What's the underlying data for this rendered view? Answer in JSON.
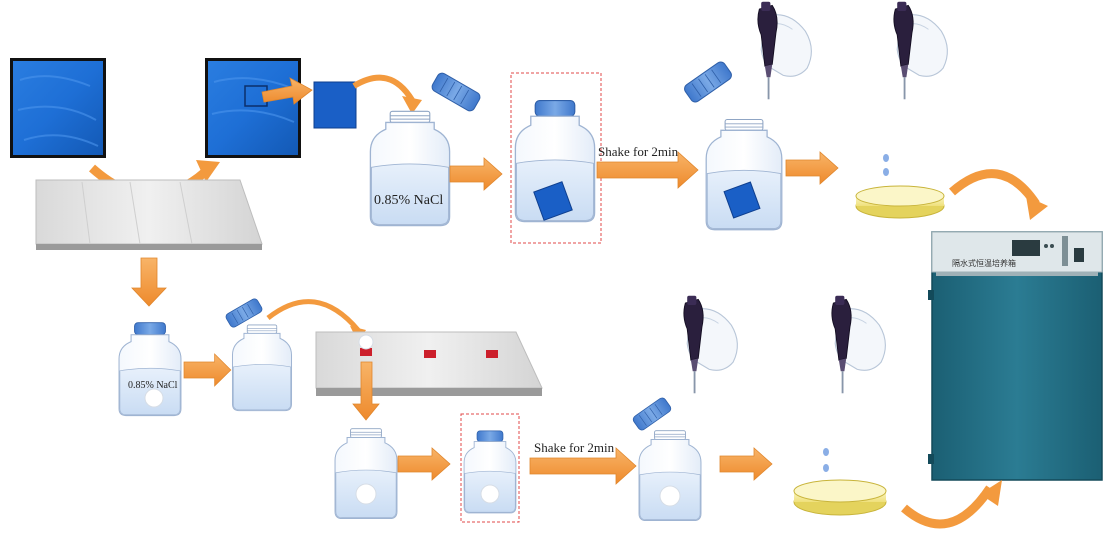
{
  "labels": {
    "nacl_top": "0.85% NaCl",
    "nacl_bottom": "0.85% NaCl",
    "shake_top": "Shake for 2min",
    "shake_bottom": "Shake for 2min",
    "incubator_panel": "隔水式恒温培养箱"
  },
  "colors": {
    "towel_blue": "#1e6fd6",
    "cap_blue": "#5b8fd8",
    "arrow_orange": "#f39a3e",
    "liquid_blue": "#dbe8f7",
    "sample_red": "#cc1f2b",
    "dish_yellow": "#f7efa0",
    "incubator_teal": "#1f6d83",
    "dashed_red": "#e04848"
  }
}
